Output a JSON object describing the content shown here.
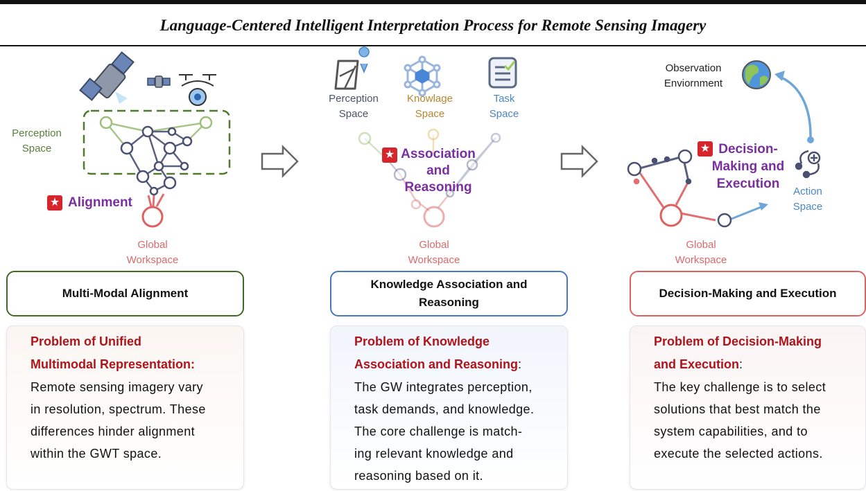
{
  "title": "Language-Centered Intelligent Interpretation Process for Remote Sensing Imagery",
  "panel1": {
    "perception_label_1": "Perception",
    "perception_label_2": "Space",
    "step_label": "Alignment",
    "workspace_1": "Global",
    "workspace_2": "Workspace",
    "stage": "Multi-Modal Alignment",
    "problem_title_1": "Problem of Unified",
    "problem_title_2": "Multimodal Representation:",
    "body": [
      "Remote sensing imagery vary",
      "in resolution, spectrum. These",
      "differences hinder alignment",
      "within the GWT space."
    ]
  },
  "panel2": {
    "perception_1": "Perception",
    "perception_2": "Space",
    "knowledge_1": "Knowlage",
    "knowledge_2": "Space",
    "task_1": "Task",
    "task_2": "Space",
    "step_1": "Association",
    "step_2": "and",
    "step_3": "Reasoning",
    "workspace_1": "Global",
    "workspace_2": "Workspace",
    "stage_1": "Knowledge Association and",
    "stage_2": "Reasoning",
    "problem_title_1": "Problem of  Knowledge",
    "problem_title_2": "Association and Reasoning",
    "colon": ":",
    "body": [
      "The GW integrates perception,",
      "task demands, and knowledge.",
      "The core challenge is match-",
      "ing relevant knowledge and",
      "reasoning based on it."
    ]
  },
  "panel3": {
    "observation_1": "Observation",
    "observation_2": "Enviornment",
    "step_1": "Decision-",
    "step_2": "Making and",
    "step_3": "Execution",
    "action_1": "Action",
    "action_2": "Space",
    "workspace_1": "Global",
    "workspace_2": "Workspace",
    "stage": "Decision-Making and Execution",
    "problem_title_1": "Problem of Decision-Making",
    "problem_title_2": "and Execution",
    "colon": ":",
    "body": [
      "The key challenge is to select",
      "solutions that best match the",
      "system capabilities, and to",
      "execute the selected actions."
    ]
  },
  "colors": {
    "green": "#5b7f3a",
    "blue": "#4a74c4",
    "red": "#e06060",
    "purple": "#7a2fa0",
    "problem": "#b0141b",
    "node": "#4a5070"
  }
}
